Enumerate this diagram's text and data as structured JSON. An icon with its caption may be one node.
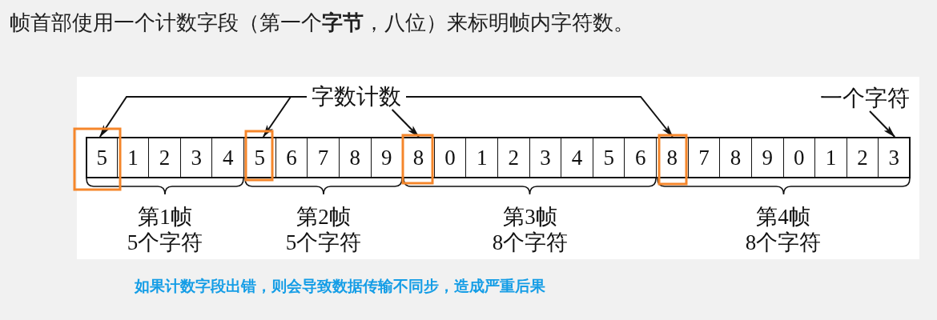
{
  "diagram": {
    "title": "帧首部使用一个计数字段（第一个**字节**，八位）来标明帧内字符数。",
    "caption": "如果计数字段出错，则会导致数据传输不同步，造成严重后果",
    "nodes": [
      {
        "text": [
          "字数计数"
        ]
      },
      {
        "text": [
          "一个字符"
        ]
      },
      {
        "text": [
          "5"
        ]
      },
      {
        "text": [
          "1"
        ]
      },
      {
        "text": [
          "2"
        ]
      },
      {
        "text": [
          "3"
        ]
      },
      {
        "text": [
          "4"
        ]
      },
      {
        "text": [
          "5"
        ]
      },
      {
        "text": [
          "6"
        ]
      },
      {
        "text": [
          "7"
        ]
      },
      {
        "text": [
          "8"
        ]
      },
      {
        "text": [
          "9"
        ]
      },
      {
        "text": [
          "8"
        ]
      },
      {
        "text": [
          "0"
        ]
      },
      {
        "text": [
          "1"
        ]
      },
      {
        "text": [
          "2"
        ]
      },
      {
        "text": [
          "3"
        ]
      },
      {
        "text": [
          "4"
        ]
      },
      {
        "text": [
          "5"
        ]
      },
      {
        "text": [
          "6"
        ]
      },
      {
        "text": [
          "8"
        ]
      },
      {
        "text": [
          "7"
        ]
      },
      {
        "text": [
          "8"
        ]
      },
      {
        "text": [
          "9"
        ]
      },
      {
        "text": [
          "0"
        ]
      },
      {
        "text": [
          "1"
        ]
      },
      {
        "text": [
          "2"
        ]
      },
      {
        "text": [
          "3"
        ]
      }
    ],
    "edges": [
      {
        "from": 0,
        "to": 2,
        "arrow": "to"
      },
      {
        "from": 0,
        "to": 7,
        "arrow": "to"
      },
      {
        "from": 0,
        "to": 12,
        "arrow": "to"
      },
      {
        "from": 0,
        "to": 20,
        "arrow": "to"
      },
      {
        "from": 1,
        "to": 27,
        "arrow": "to"
      }
    ],
    "labels": [
      "第1帧",
      "5个字符",
      "第2帧",
      "5个字符",
      "第3帧",
      "8个字符",
      "第4帧",
      "8个字符"
    ]
  }
}
